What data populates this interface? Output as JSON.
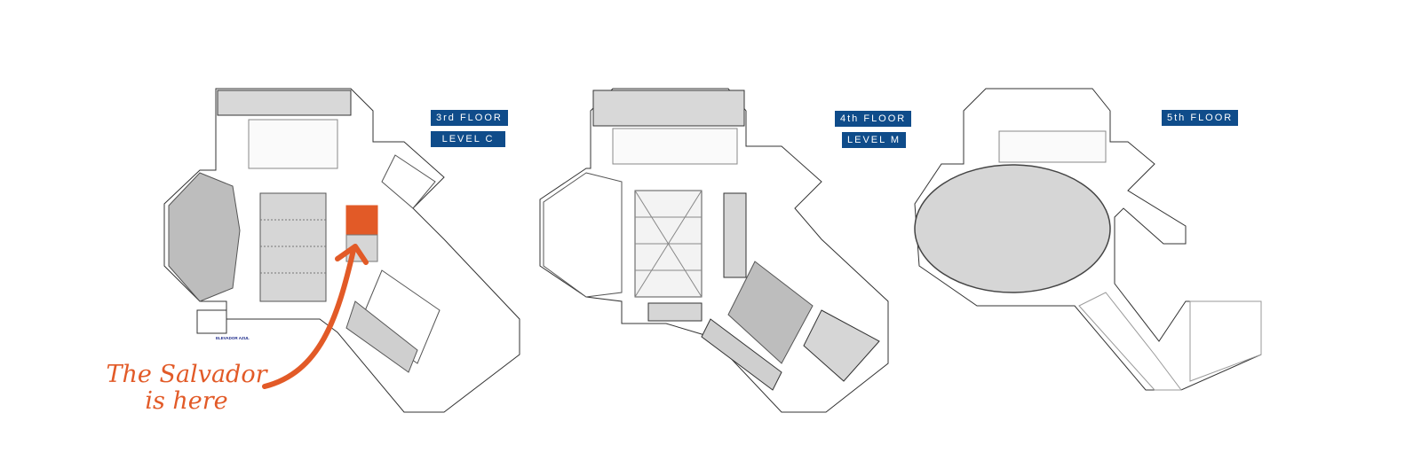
{
  "floors": [
    {
      "floor_label": "3rd FLOOR",
      "level_label": "LEVEL C"
    },
    {
      "floor_label": "4th FLOOR",
      "level_label": "LEVEL M"
    },
    {
      "floor_label": "5th FLOOR"
    }
  ],
  "elevator_label": "ELEVADOR AZUL",
  "callout": {
    "line1": "The Salvador",
    "line2": "is here"
  },
  "colors": {
    "badge": "#0f4c8a",
    "highlight": "#e25a27",
    "room_fill": "#d6d6d6"
  }
}
